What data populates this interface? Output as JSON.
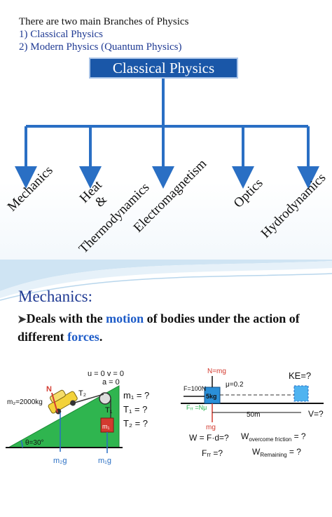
{
  "slide1": {
    "intro": "There are two main Branches of Physics",
    "list": [
      {
        "num": "1)",
        "text": "Classical Physics"
      },
      {
        "num": "2)",
        "text": "Modern Physics (Quantum Physics)"
      }
    ],
    "root": "Classical Physics",
    "branches": [
      "Mechanics",
      "Heat",
      "&",
      "Thermodynamics",
      "Electromagnetism",
      "Optics",
      "Hydrodynamics"
    ]
  },
  "slide2": {
    "title": "Mechanics:",
    "bullet": "➤",
    "desc_prefix": "Deals with the ",
    "desc_hl1": "motion",
    "desc_mid": " of bodies under the action of different ",
    "desc_hl2": "forces",
    "desc_end": ".",
    "left_diagram": {
      "top_eq": "u = 0  v = 0",
      "accel": "a = 0",
      "m2": "m₂=2000kg",
      "N": "N",
      "T2": "T₂",
      "T1": "T₁",
      "m1_box": "m₁",
      "q1": "m₁ = ?",
      "q2": "T₁ = ?",
      "q3": "T₂ = ?",
      "angle": "θ=30°",
      "m2g": "m₂g",
      "m1g": "m₁g"
    },
    "right_diagram": {
      "Nmg": "N=mg",
      "mu": "μ=0.2",
      "F": "F=100N",
      "mass": "5kg",
      "Ffr": "Fᵣᵣ =Nμ",
      "dist": "50m",
      "KE": "KE=?",
      "V": "V=?",
      "mg": "mg",
      "W": "W = F·d=?",
      "Ffr_q": "Fᵣᵣ =?",
      "Wover": "W",
      "Wover_sub": "overcome friction",
      "Wover_q": " = ?",
      "Wrem": "W",
      "Wrem_sub": "Remaining",
      "Wrem_q": " = ?"
    }
  },
  "colors": {
    "accent": "#1a57a8",
    "arrow": "#2a6fc4",
    "highlight": "#1e5cc8",
    "green": "#22b24c"
  }
}
